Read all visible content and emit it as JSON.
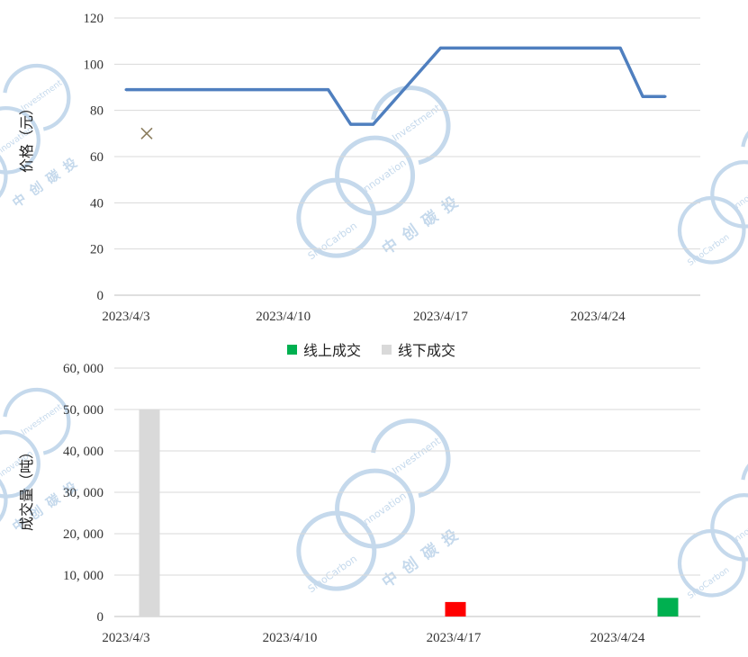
{
  "chart_data": [
    {
      "type": "line",
      "ylabel": "价格（元）",
      "ylim": [
        0,
        120
      ],
      "yticks": [
        0,
        20,
        40,
        60,
        80,
        100,
        120
      ],
      "xlim": [
        "2023/4/3",
        "2023/4/28"
      ],
      "xticks": [
        "2023/4/3",
        "2023/4/10",
        "2023/4/17",
        "2023/4/24"
      ],
      "grid": true,
      "series": [
        {
          "color": "#4f7fbf",
          "points": [
            {
              "x": "2023/4/3",
              "y": 89
            },
            {
              "x": "2023/4/12",
              "y": 89
            },
            {
              "x": "2023/4/13",
              "y": 74
            },
            {
              "x": "2023/4/14",
              "y": 74
            },
            {
              "x": "2023/4/17",
              "y": 107
            },
            {
              "x": "2023/4/25",
              "y": 107
            },
            {
              "x": "2023/4/26",
              "y": 86
            },
            {
              "x": "2023/4/27",
              "y": 86
            }
          ]
        },
        {
          "type": "scatter",
          "marker": "x",
          "color": "#8b7d5e",
          "points": [
            {
              "x": "2023/4/4",
              "y": 70
            }
          ]
        }
      ]
    },
    {
      "type": "bar",
      "ylabel": "成交量（吨）",
      "ylim": [
        0,
        60000
      ],
      "yticks": [
        "0",
        "10, 000",
        "20, 000",
        "30, 000",
        "40, 000",
        "50, 000",
        "60, 000"
      ],
      "ytick_values": [
        0,
        10000,
        20000,
        30000,
        40000,
        50000,
        60000
      ],
      "xlim": [
        "2023/4/3",
        "2023/4/28"
      ],
      "xticks": [
        "2023/4/3",
        "2023/4/10",
        "2023/4/17",
        "2023/4/24"
      ],
      "grid": true,
      "legend": {
        "placement": "top-center",
        "items": [
          {
            "label": "线上成交",
            "color": "#00b050"
          },
          {
            "label": "线下成交",
            "color": "#d9d9d9"
          }
        ]
      },
      "bars": [
        {
          "x": "2023/4/3",
          "value": 50000,
          "color": "#d9d9d9"
        },
        {
          "x": "2023/4/16",
          "value": 3500,
          "color": "#ff0000"
        },
        {
          "x": "2023/4/25",
          "value": 4500,
          "color": "#00b050"
        }
      ]
    }
  ],
  "watermark": {
    "brand_en": "SinoCarbon",
    "middle_en": "Innovation",
    "right_en": "Investment",
    "brand_cn": "中创碳投",
    "color": "#c5d9ec"
  }
}
